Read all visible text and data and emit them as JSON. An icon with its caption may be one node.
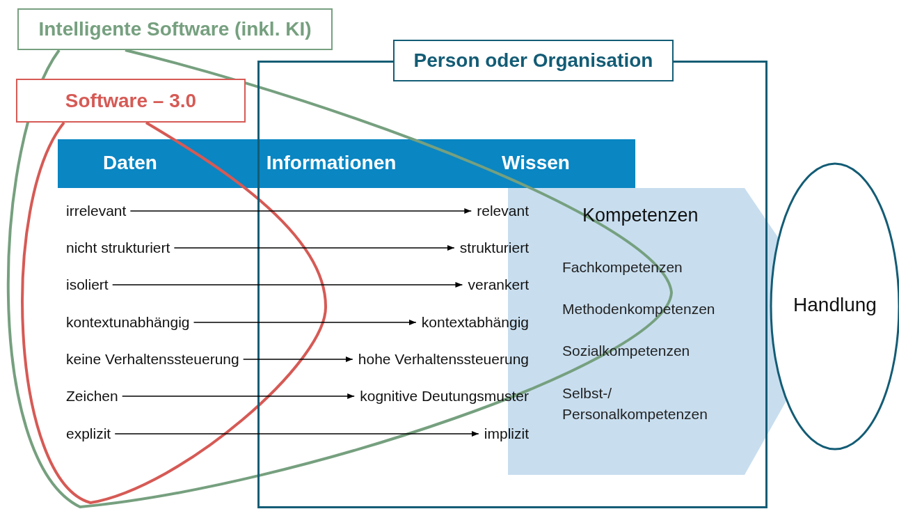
{
  "diagram": {
    "nodes": [
      {
        "text": [
          "Intelligente Software (inkl. KI)"
        ]
      },
      {
        "text": [
          "Person oder Organisation"
        ]
      },
      {
        "text": [
          "Software – 3.0"
        ]
      },
      {
        "text": [
          "Daten",
          "Informationen",
          "Wissen"
        ]
      },
      {
        "text": [
          "Kompetenzen",
          "Fachkompetenzen",
          "Methodenkompetenzen",
          "Sozialkompetenzen",
          "Selbst-/ Personalkompetenzen"
        ]
      },
      {
        "text": [
          "Handlung"
        ]
      },
      {
        "text": [
          "irrelevant"
        ]
      },
      {
        "text": [
          "relevant"
        ],
        "in": 1
      },
      {
        "text": [
          "nicht strukturiert"
        ]
      },
      {
        "text": [
          "strukturiert"
        ],
        "in": 1
      },
      {
        "text": [
          "isoliert"
        ]
      },
      {
        "text": [
          "verankert"
        ],
        "in": 1
      },
      {
        "text": [
          "kontextunabhängig"
        ]
      },
      {
        "text": [
          "kontextabhängig"
        ],
        "in": 1
      },
      {
        "text": [
          "keine Verhaltenssteuerung"
        ]
      },
      {
        "text": [
          "hohe Verhaltenssteuerung"
        ],
        "in": 1
      },
      {
        "text": [
          "Zeichen"
        ]
      },
      {
        "text": [
          "kognitive Deutungsmuster"
        ],
        "in": 1
      },
      {
        "text": [
          "explizit"
        ]
      },
      {
        "text": [
          "implizit"
        ],
        "in": 1
      }
    ],
    "edges": [
      {
        "from": 6,
        "to": 7,
        "arrow": "to"
      },
      {
        "from": 8,
        "to": 9,
        "arrow": "to"
      },
      {
        "from": 10,
        "to": 11,
        "arrow": "to"
      },
      {
        "from": 12,
        "to": 13,
        "arrow": "to"
      },
      {
        "from": 14,
        "to": 15,
        "arrow": "to"
      },
      {
        "from": 16,
        "to": 17,
        "arrow": "to"
      },
      {
        "from": 18,
        "to": 19,
        "arrow": "to"
      }
    ]
  }
}
